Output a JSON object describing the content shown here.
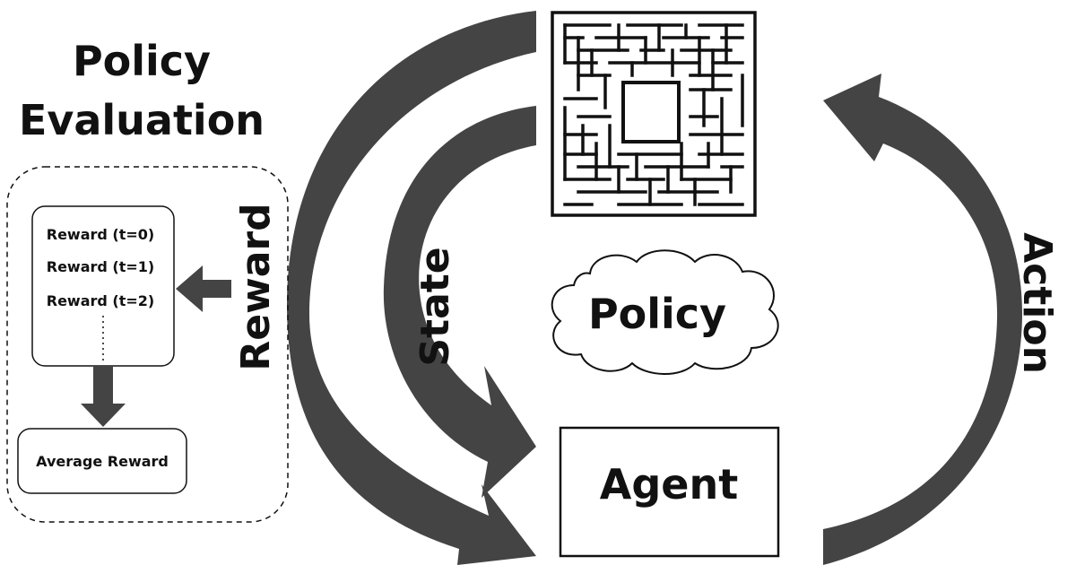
{
  "policy_evaluation": {
    "title_line1": "Policy",
    "title_line2": "Evaluation",
    "reward_items": [
      "Reward (t=0)",
      "Reward (t=1)",
      "Reward (t=2)"
    ],
    "average_label": "Average Reward"
  },
  "labels": {
    "reward": "Reward",
    "state": "State",
    "action": "Action",
    "policy": "Policy",
    "agent": "Agent"
  },
  "colors": {
    "arrow": "#4a4a4a",
    "ink": "#111111",
    "background": "#ffffff"
  }
}
